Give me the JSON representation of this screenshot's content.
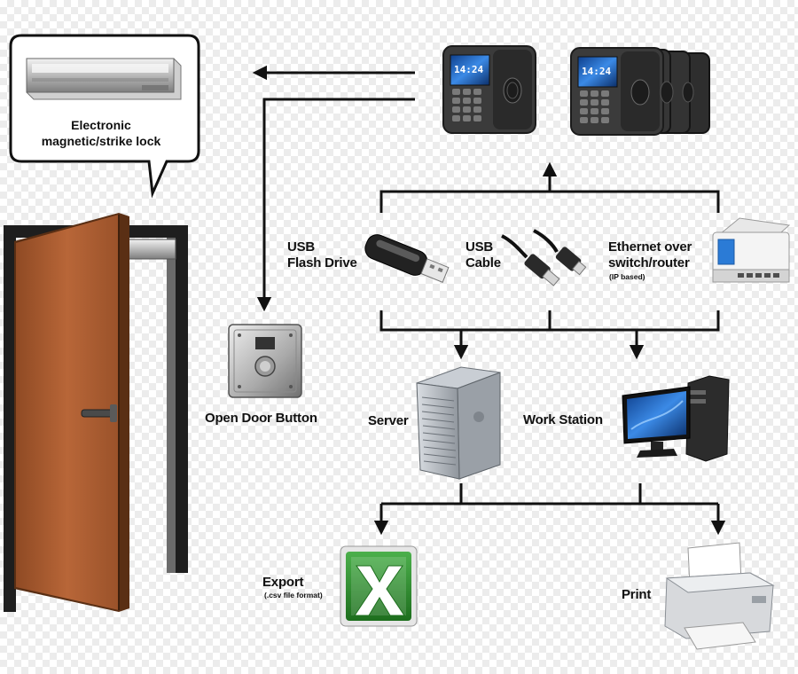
{
  "labels": {
    "lock": [
      "Electronic",
      "magnetic/strike lock"
    ],
    "usb_flash": [
      "USB",
      "Flash Drive"
    ],
    "usb_cable": [
      "USB",
      "Cable"
    ],
    "ethernet": [
      "Ethernet over",
      "switch/router"
    ],
    "ethernet_note": "(IP based)",
    "open_door": "Open Door Button",
    "server": "Server",
    "workstation": "Work Station",
    "export": "Export",
    "export_note": "(.csv file format)",
    "print": "Print",
    "terminal_time": "14:24"
  },
  "icons": {
    "lock": "magnetic-lock-icon",
    "door": "door-icon",
    "terminal": "fingerprint-terminal-icon",
    "flash": "usb-flash-drive-icon",
    "cable": "usb-cable-icon",
    "router": "network-switch-icon",
    "button": "exit-button-icon",
    "server": "server-tower-icon",
    "workstation": "desktop-computer-icon",
    "excel": "spreadsheet-icon",
    "printer": "printer-icon"
  },
  "colors": {
    "line": "#111111",
    "door_wood": "#a85a30",
    "frame": "#1e1e1e",
    "excel_green": "#2f8c2f",
    "screen_blue": "#1f67c6"
  }
}
